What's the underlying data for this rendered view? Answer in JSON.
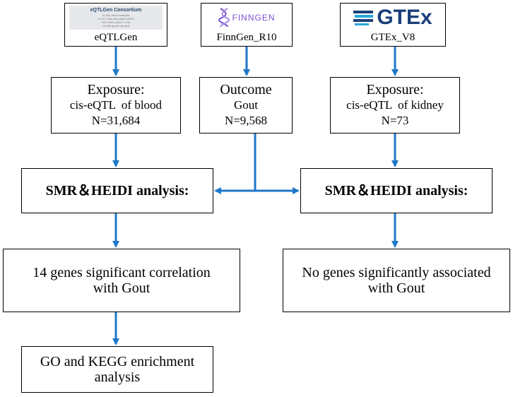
{
  "sources": {
    "eqtlgen": {
      "label": "eQTLGen",
      "logo_title": "eQTLGen Consortium",
      "logo_stats": [
        "31,684 blood samples",
        "10,317 trait-associated SNPs",
        "11M SNPs (MAF ≥ 1%)",
        "19,960 genes studied"
      ],
      "icon": "eqtlgen-logo"
    },
    "finngen": {
      "label": "FinnGen_R10",
      "logo_text": "FINNGEN",
      "logo_color": "#7a4fd3",
      "icon": "dna-helix-logo"
    },
    "gtex": {
      "label": "GTEx_V8",
      "logo_text": "GTEx",
      "logo_color": "#1b3f7a",
      "icon": "gtex-logo"
    }
  },
  "boxes": {
    "exposure_blood": {
      "line1": "Exposure:",
      "line2": "cis-eQTL  of blood",
      "line3": "N=31,684"
    },
    "outcome": {
      "line1": "Outcome",
      "line2": "Gout",
      "line3": "N=9,568"
    },
    "exposure_kidney": {
      "line1": "Exposure:",
      "line2": "cis-eQTL  of kidney",
      "line3": "N=73"
    },
    "smr_left": {
      "text": "SMR＆HEIDI analysis:"
    },
    "smr_right": {
      "text": "SMR＆HEIDI analysis:"
    },
    "result_left": {
      "line1": "14 genes significant correlation",
      "line2": "with Gout"
    },
    "result_right": {
      "line1": "No genes significantly associated",
      "line2": "with Gout"
    },
    "enrichment": {
      "line1": "GO and KEGG enrichment",
      "line2": "analysis"
    }
  },
  "colors": {
    "arrow": "#1f77c8",
    "border": "#000000"
  }
}
